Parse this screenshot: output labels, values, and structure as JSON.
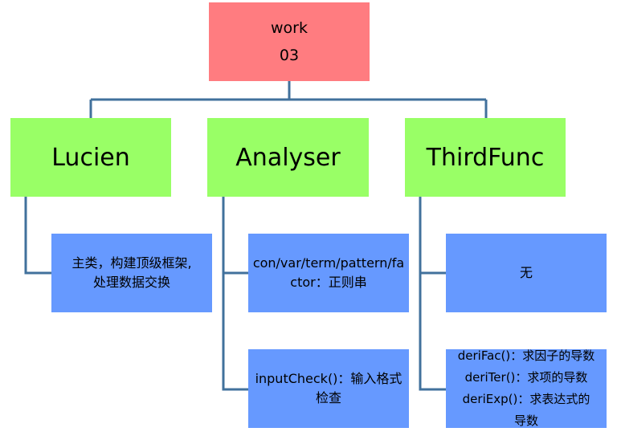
{
  "root": {
    "line1": "work",
    "line2": "03"
  },
  "modules": [
    {
      "name": "Lucien"
    },
    {
      "name": "Analyser"
    },
    {
      "name": "ThirdFunc"
    }
  ],
  "descriptions": {
    "lucien": [
      "主类，构建顶级框架,",
      "处理数据交换"
    ],
    "analyser_regex": [
      "con/var/term/pattern/fa",
      "ctor：正则串"
    ],
    "analyser_input": [
      "inputCheck()：输入格式",
      "检查"
    ],
    "thirdfunc_none": [
      "无"
    ],
    "thirdfunc_deriv": [
      "deriFac()：求因子的导数",
      "deriTer()：求项的导数",
      "deriExp()：求表达式的",
      "导数"
    ]
  },
  "colors": {
    "root": "#ff7c80",
    "module": "#99ff66",
    "description": "#6699ff",
    "connector": "#41719c"
  }
}
